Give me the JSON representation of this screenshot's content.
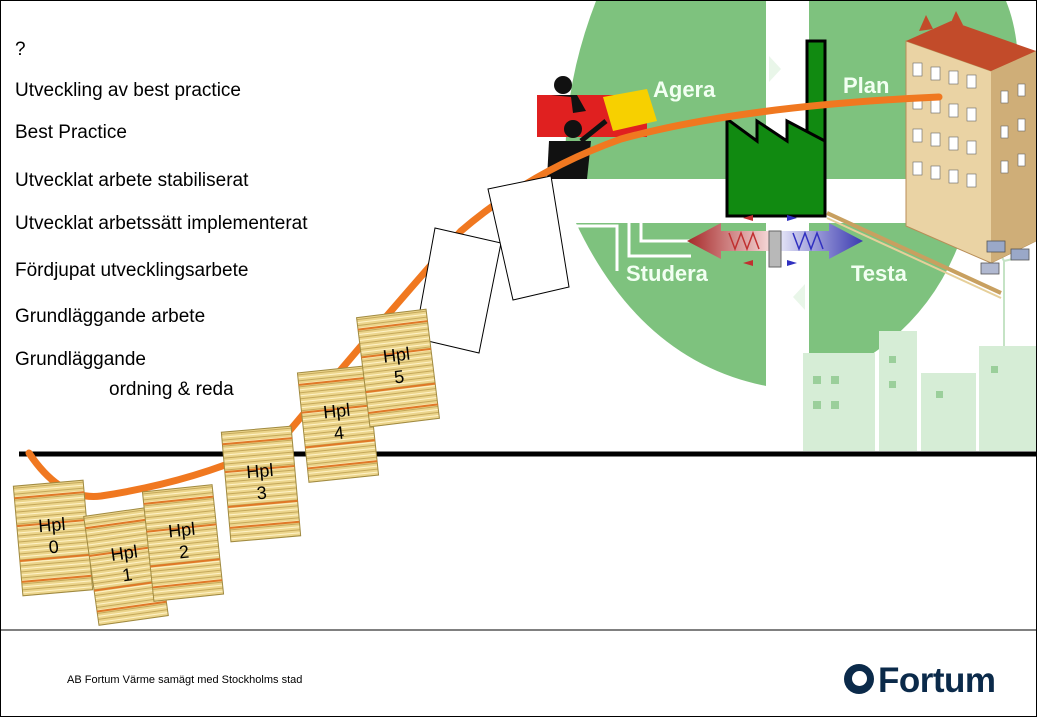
{
  "levels": [
    {
      "label": "?"
    },
    {
      "label": "Utveckling av best practice"
    },
    {
      "label": "Best Practice"
    },
    {
      "label": "Utvecklat arbete stabiliserat"
    },
    {
      "label": "Utvecklat arbetssätt implementerat"
    },
    {
      "label": "Fördjupat utvecklingsarbete"
    },
    {
      "label": "Grundläggande arbete"
    },
    {
      "label": "Grundläggande",
      "label2": "ordning & reda"
    }
  ],
  "cycle": {
    "agera": "Agera",
    "plan": "Plan",
    "studera": "Studera",
    "testa": "Testa"
  },
  "milestones": [
    {
      "word": "Hpl",
      "num": "0"
    },
    {
      "word": "Hpl",
      "num": "1"
    },
    {
      "word": "Hpl",
      "num": "2"
    },
    {
      "word": "Hpl",
      "num": "3"
    },
    {
      "word": "Hpl",
      "num": "4"
    },
    {
      "word": "Hpl",
      "num": "5"
    }
  ],
  "footer": {
    "text": "AB Fortum Värme samägt med Stockholms stad",
    "brand": "Fortum"
  },
  "colors": {
    "curve": "#f07820",
    "cycle_green": "#7ec27e",
    "factory_green": "#118a11",
    "brand": "#0b2a4a"
  }
}
